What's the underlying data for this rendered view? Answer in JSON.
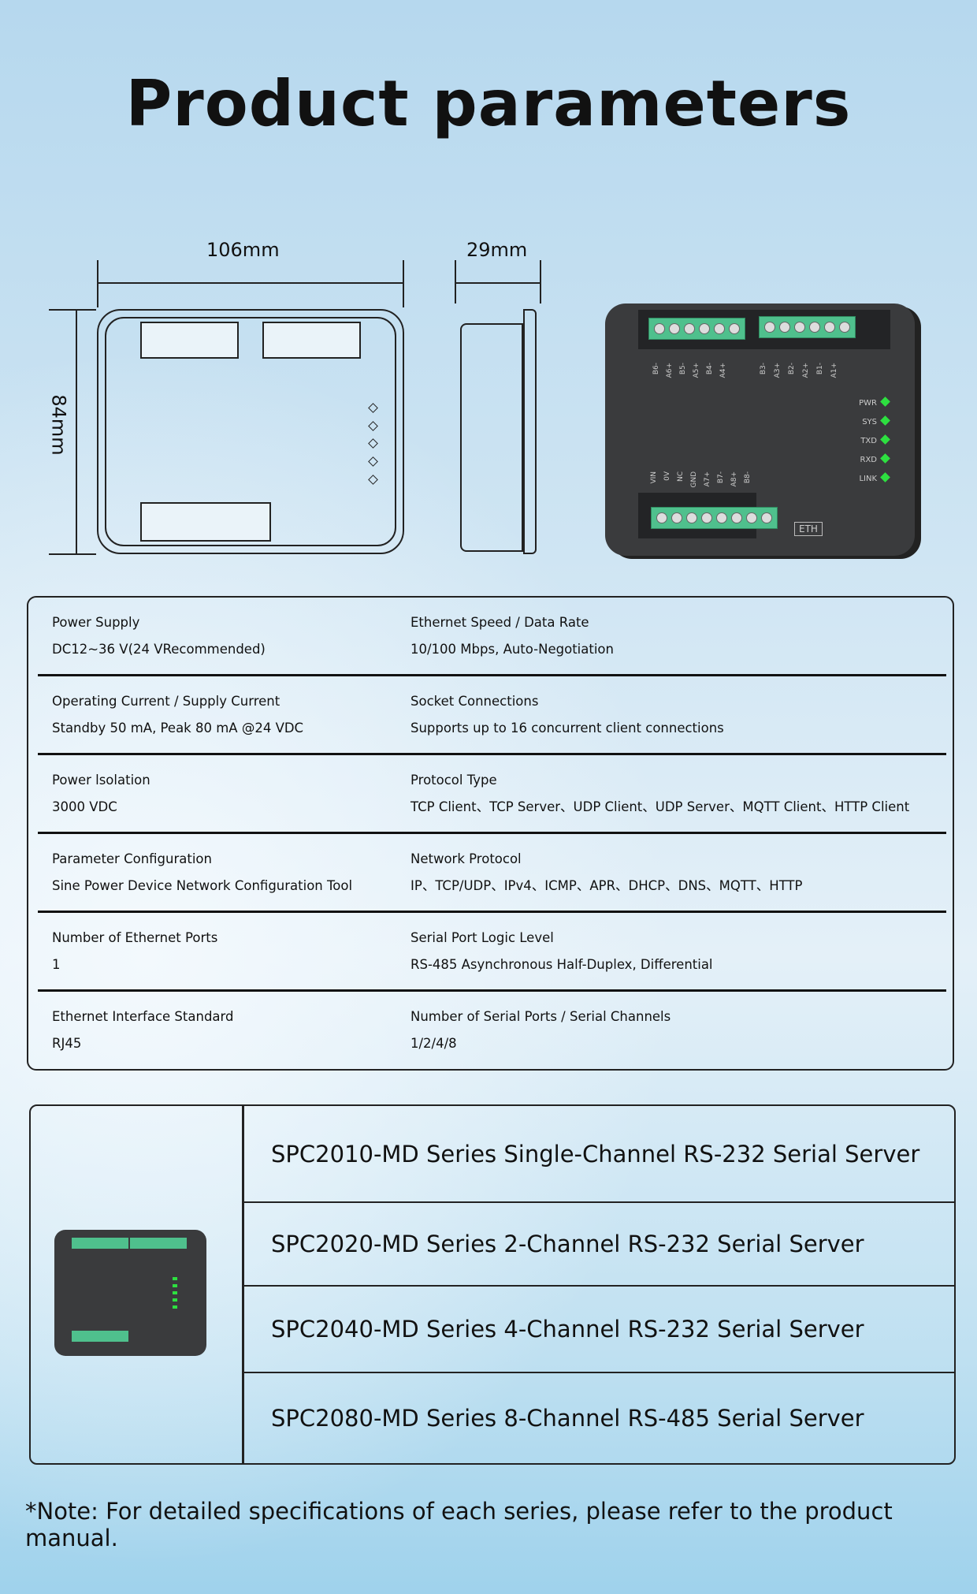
{
  "title": "Product parameters",
  "dimensions": {
    "width": "106mm",
    "depth": "29mm",
    "height": "84mm"
  },
  "device": {
    "top_pins_left": [
      "B6-",
      "A6+",
      "B5-",
      "A5+",
      "B4-",
      "A4+"
    ],
    "top_pins_right": [
      "B3-",
      "A3+",
      "B2-",
      "A2+",
      "B1-",
      "A1+"
    ],
    "bottom_pins": [
      "VIN",
      "0V",
      "NC",
      "GND",
      "A7+",
      "B7-",
      "A8+",
      "B8-"
    ],
    "leds": [
      "PWR",
      "SYS",
      "TXD",
      "RXD",
      "LINK"
    ],
    "port_label": "ETH",
    "led_color": "#2de040",
    "terminal_color": "#4fc08d"
  },
  "specs": [
    {
      "left": {
        "label": "Power Supply",
        "value": "DC12~36 V(24 VRecommended)"
      },
      "right": {
        "label": "Ethernet Speed / Data Rate",
        "value": "10/100 Mbps, Auto-Negotiation"
      }
    },
    {
      "left": {
        "label": "Operating Current / Supply Current",
        "value": "Standby 50 mA, Peak 80 mA @24 VDC"
      },
      "right": {
        "label": "Socket Connections",
        "value": "Supports up to 16 concurrent client connections"
      }
    },
    {
      "left": {
        "label": "Power lsolation",
        "value": "3000 VDC"
      },
      "right": {
        "label": "Protocol Type",
        "value": "TCP Client、TCP Server、UDP Client、UDP Server、MQTT Client、HTTP Client"
      }
    },
    {
      "left": {
        "label": "Parameter Configuration",
        "value": "Sine Power Device Network Configuration Tool"
      },
      "right": {
        "label": "Network Protocol",
        "value": "IP、TCP/UDP、IPv4、ICMP、APR、DHCP、DNS、MQTT、HTTP"
      }
    },
    {
      "left": {
        "label": "Number of Ethernet Ports",
        "value": "1"
      },
      "right": {
        "label": "Serial Port Logic Level",
        "value": "RS-485 Asynchronous Half-Duplex, Differential"
      }
    },
    {
      "left": {
        "label": "Ethernet Interface Standard",
        "value": "RJ45"
      },
      "right": {
        "label": "Number of Serial Ports / Serial Channels",
        "value": "1/2/4/8"
      }
    }
  ],
  "series": [
    "SPC2010-MD Series Single-Channel RS-232 Serial Server",
    "SPC2020-MD Series 2-Channel RS-232 Serial Server",
    "SPC2040-MD Series 4-Channel RS-232 Serial Server",
    "SPC2080-MD Series 8-Channel RS-485 Serial Server"
  ],
  "note": "*Note: For detailed specifications of each series, please refer to the product manual."
}
